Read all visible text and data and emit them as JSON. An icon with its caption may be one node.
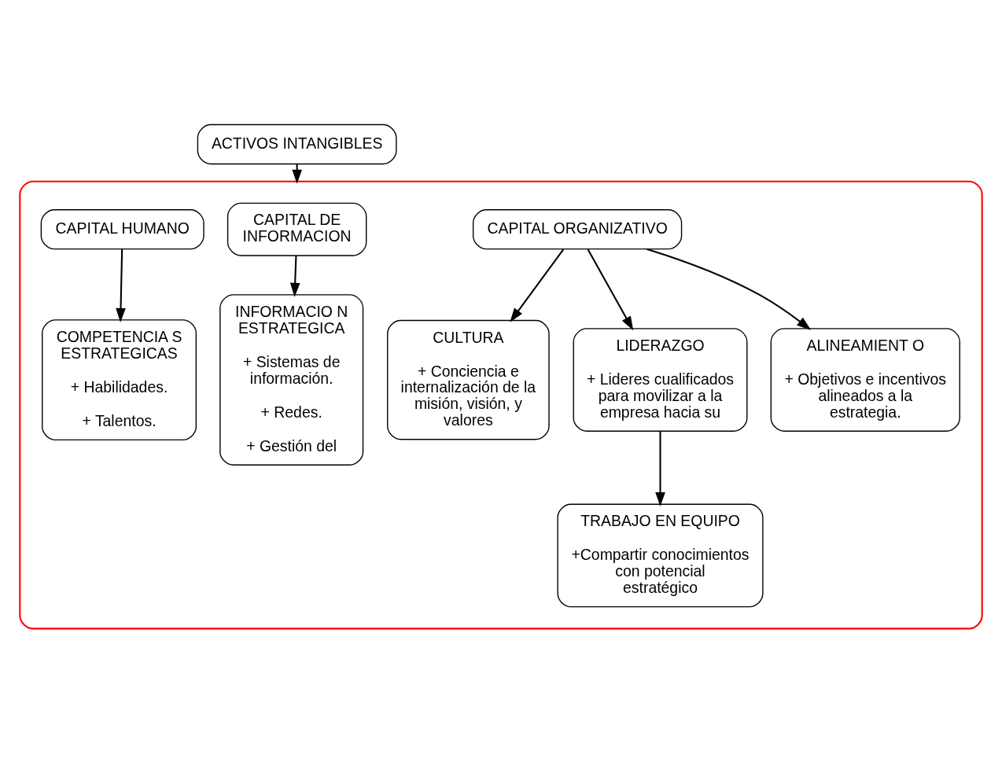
{
  "diagram": {
    "nodes": [
      {
        "text": [
          "ACTIVOS INTANGIBLES"
        ]
      },
      {
        "text": [],
        "shape": "box"
      },
      {
        "text": [
          "CAPITAL HUMANO"
        ],
        "in": 1
      },
      {
        "text": [
          "CAPITAL DE INFORMACION"
        ],
        "in": 1
      },
      {
        "text": [
          "CAPITAL ORGANIZATIVO"
        ],
        "in": 1
      },
      {
        "text": [
          "COMPETENCIA S ESTRATEGICAS",
          "+ Habilidades.",
          "+ Talentos."
        ],
        "in": 1
      },
      {
        "text": [
          "INFORMACIO N ESTRATEGICA",
          "+ Sistemas de información.",
          "+ Redes.",
          "+ Gestión del"
        ],
        "in": 1
      },
      {
        "text": [
          "CULTURA",
          "+ Conciencia e internalización de la misión, visión, y valores"
        ],
        "in": 1
      },
      {
        "text": [
          "LIDERAZGO",
          "+ Lideres cualificados para movilizar a la empresa hacia su"
        ],
        "in": 1
      },
      {
        "text": [
          "ALINEAMIENT O",
          "+ Objetivos e incentivos alineados a la estrategia."
        ],
        "in": 1
      },
      {
        "text": [
          "TRABAJO EN EQUIPO",
          "+Compartir conocimientos con potencial estratégico"
        ],
        "in": 1
      }
    ],
    "edges": [
      {
        "from": 0,
        "to": 1,
        "arrow": "to"
      },
      {
        "from": 2,
        "to": 5,
        "arrow": "to"
      },
      {
        "from": 3,
        "to": 6,
        "arrow": "to"
      },
      {
        "from": 4,
        "to": 7,
        "arrow": "to"
      },
      {
        "from": 4,
        "to": 8,
        "arrow": "to"
      },
      {
        "from": 4,
        "to": 9,
        "arrow": "to"
      },
      {
        "from": 8,
        "to": 10,
        "arrow": "to"
      }
    ]
  }
}
